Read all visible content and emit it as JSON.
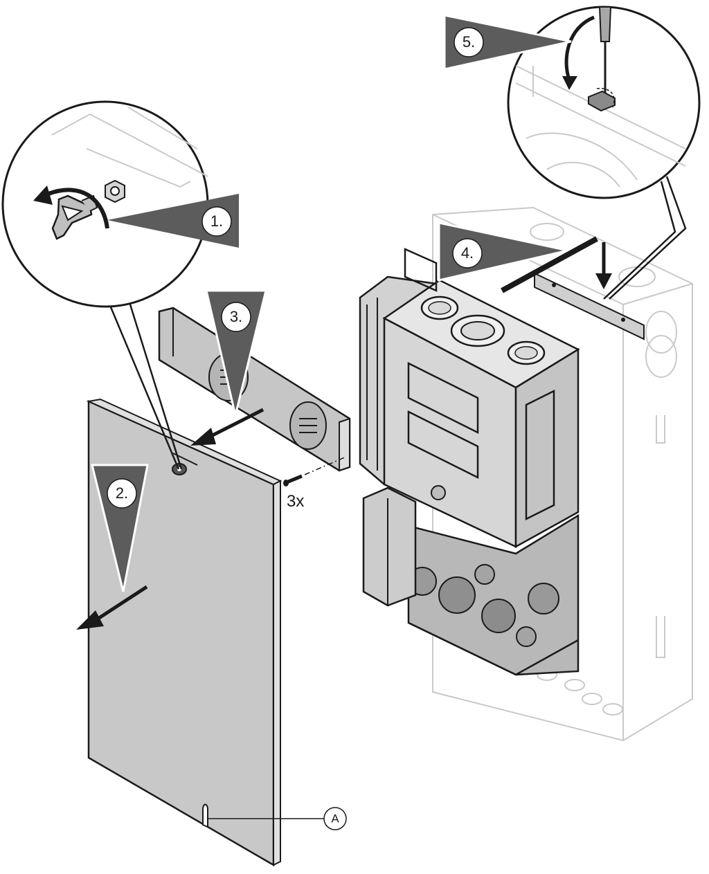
{
  "steps": [
    {
      "id": "step1",
      "number": "1."
    },
    {
      "id": "step2",
      "number": "2."
    },
    {
      "id": "step3",
      "number": "3."
    },
    {
      "id": "step4",
      "number": "4."
    },
    {
      "id": "step5",
      "number": "5."
    }
  ],
  "screw_quantity": "3x",
  "callout_label": "A",
  "colors": {
    "pointer_fill": "#5c5c5c",
    "panel_fill": "#c8c8c8",
    "panel_edge": "#e0e0e0",
    "appliance_fill": "#d6d6d6",
    "line": "#1a1a1a",
    "pale_line": "#c9c9c9"
  },
  "icons": [
    "rotate-counterclockwise-icon",
    "key-icon",
    "screw-icon",
    "screwdriver-icon",
    "arrow-icon"
  ]
}
